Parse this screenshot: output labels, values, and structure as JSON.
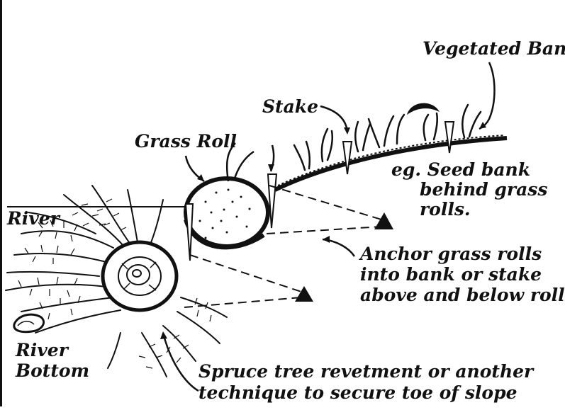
{
  "colors": {
    "ink": "#111111",
    "paper": "#ffffff"
  },
  "labels": {
    "vegetated_bank": "Vegetated Bank",
    "stake": "Stake",
    "grass_roll": "Grass Roll",
    "river": "River",
    "river_bottom": [
      "River",
      "Bottom"
    ],
    "seed_note": [
      "eg. Seed bank",
      "behind grass",
      "rolls."
    ],
    "anchor_note": [
      "Anchor grass rolls",
      "into bank or stake",
      "above and below roll."
    ],
    "spruce_note": [
      "Spruce tree revetment or another",
      "technique to secure toe of slope"
    ]
  },
  "icons": [
    "stake-icon",
    "anchor-triangle-icon",
    "grass-roll-icon",
    "spruce-log-icon",
    "rock-icon"
  ]
}
